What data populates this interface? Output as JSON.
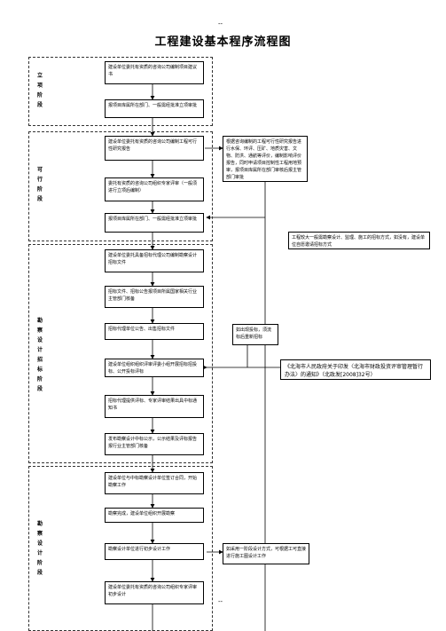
{
  "header": {
    "top_mark": "--",
    "bottom_mark": "--"
  },
  "title": "工程建设基本程序流程图",
  "stages": {
    "stage1": "立项阶段",
    "stage2": "可行阶段",
    "stage3": "勘察设计招标阶段",
    "stage4": "勘察设计阶段"
  },
  "boxes": {
    "b1": "建设单位委托有资质的咨询公司编制项目建议书",
    "b2": "报项目库属所在部门、一般需经批准立项审批",
    "b3": "建设单位委托有资质的咨询公司编制工程可行性研究报告",
    "b4": "委托有资质的咨询公司组织专家评审（一般须进行立项后编制）",
    "b5": "报项目库属所在部门、一般需经批准立项审批",
    "b6": "建设单位委托具备招标代理公司编制勘察设计招标文件",
    "b7": "招标文件、招标公告报项目所属国家相关行业主管部门核备",
    "b8": "招标代理单位公告、出售招标文件",
    "b9": "建设单位组织组织评审评委小组开展招标招投标、公开投标评标",
    "b10": "招标代理提供评标、专家评审结果出具中标通知书",
    "b11": "发布勘察设计中标公示，公示结果及评标报告报行业主管部门核备",
    "b12": "建设单位与中标勘察设计单位签订合同，开始勘察工作",
    "b13": "勘察完成，建设单位组织开展勘察",
    "b14": "勘察设计单位进行初步设计工作",
    "b15": "建设单位委托有资质的咨询公司组织专家评审初步设计"
  },
  "notes": {
    "n1": "根据咨询编制的工程可行性研究报告进行水保、环评、压矿、地质灾害、文物、防洪、通航等评价，编制影响评价报告，同时申请项目控制性工程用地预审，报项目库属所在部门审核后报主管部门审批",
    "n2": "工程较大一般需勘察设计、监理、施工的招标方式，如没有，建设单位自愿邀请招标方式",
    "n3": "如出现投标，须流标后重新招标",
    "n4": "《北海市人民政府关于印发〈北海市财政投资评审管理暂行办法〉的通知》（北政发[2008]32号）",
    "n5": "如采用一阶段设计方式，可根据工可直接进行施工图设计工作"
  }
}
